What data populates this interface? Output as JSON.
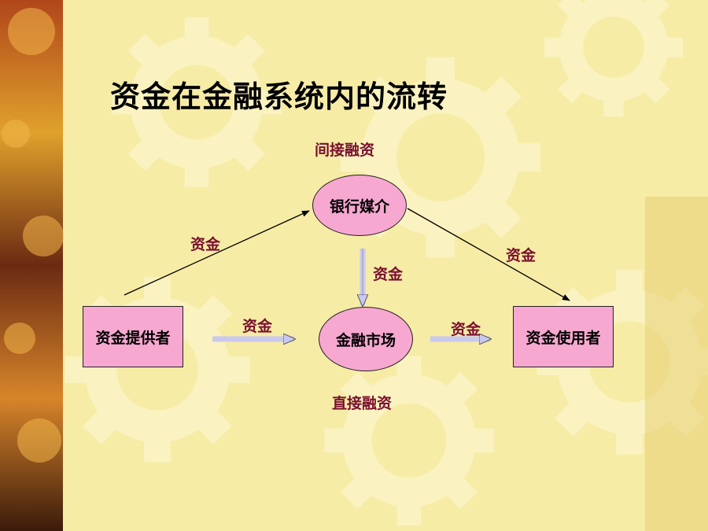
{
  "title": "资金在金融系统内的流转",
  "labels": {
    "indirect_finance": "间接融资",
    "direct_finance": "直接融资",
    "funds_provider_to_bank": "资金",
    "funds_bank_to_user": "资金",
    "funds_bank_to_market": "资金",
    "funds_provider_to_market": "资金",
    "funds_market_to_user": "资金"
  },
  "nodes": {
    "funds_provider": "资金提供者",
    "bank_intermediary": "银行媒介",
    "financial_market": "金融市场",
    "funds_user": "资金使用者"
  },
  "colors": {
    "background": "#f6eca6",
    "node_fill": "#f7a8d0",
    "label": "#7a0f2e"
  }
}
